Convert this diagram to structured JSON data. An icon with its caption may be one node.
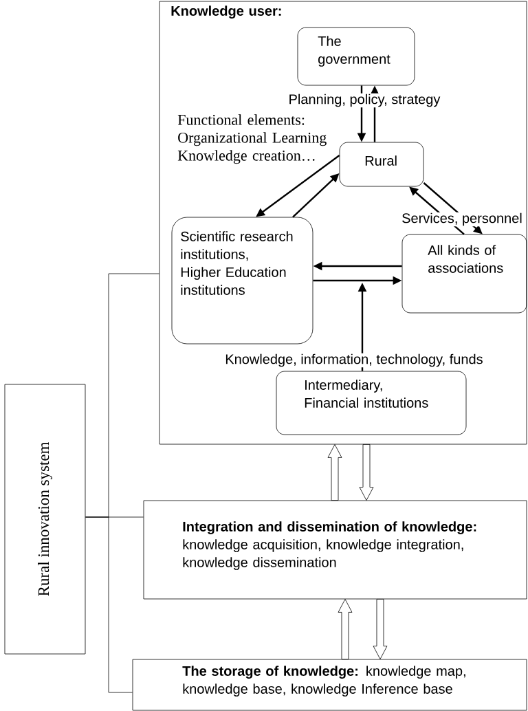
{
  "diagram": {
    "nodes": [
      {
        "text": [
          "Knowledge user:"
        ]
      },
      {
        "text": [
          "The government"
        ],
        "in": 0
      },
      {
        "text": [
          "Rural"
        ],
        "in": 0
      },
      {
        "text": [
          "Scientific research institutions, Higher Education institutions"
        ],
        "in": 0
      },
      {
        "text": [
          "All kinds of associations"
        ],
        "in": 0
      },
      {
        "text": [
          "Intermediary, Financial institutions"
        ],
        "in": 0
      },
      {
        "text": [
          "Integration and dissemination of knowledge:",
          "knowledge acquisition, knowledge integration, knowledge dissemination"
        ]
      },
      {
        "text": [
          "**The storage of knowledge:** knowledge map, knowledge base, knowledge Inference base"
        ]
      },
      {
        "text": [
          "Rural innovation system"
        ]
      }
    ],
    "edges": [
      {
        "from": 1,
        "to": 2,
        "arrow": "to",
        "label": "Planning, policy, strategy"
      },
      {
        "from": 2,
        "to": 1,
        "arrow": "to"
      },
      {
        "from": 2,
        "to": 3,
        "arrow": "to"
      },
      {
        "from": 3,
        "to": 2,
        "arrow": "to"
      },
      {
        "from": 4,
        "to": 2,
        "arrow": "to"
      },
      {
        "from": 2,
        "to": 4,
        "arrow": "to",
        "label": "Services, personnel"
      },
      {
        "from": 4,
        "to": 3,
        "arrow": "to"
      },
      {
        "from": 3,
        "to": 4,
        "arrow": "to"
      },
      {
        "from": 5,
        "to": null,
        "arrow": "to",
        "label": "Knowledge, information, technology, funds"
      },
      {
        "from": 6,
        "to": 0,
        "arrow": "to"
      },
      {
        "from": 0,
        "to": 6,
        "arrow": "to"
      },
      {
        "from": 7,
        "to": 6,
        "arrow": "to"
      },
      {
        "from": 6,
        "to": 7,
        "arrow": "to"
      },
      {
        "from": 8,
        "to": 0,
        "arrow": "none"
      },
      {
        "from": 8,
        "to": 6,
        "arrow": "none"
      },
      {
        "from": 8,
        "to": 7,
        "arrow": "none"
      }
    ],
    "labels": [
      "Functional elements: Organizational Learning Knowledge creation…"
    ]
  }
}
